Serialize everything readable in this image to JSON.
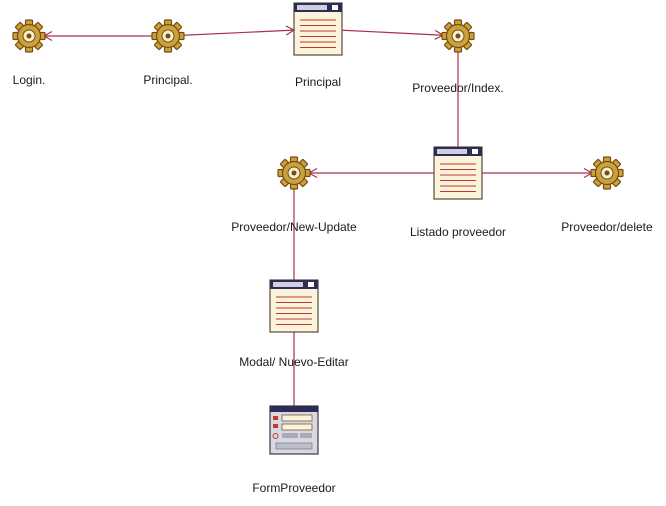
{
  "colors": {
    "connector": "#a8324a",
    "gear_fill": "#c9a23a",
    "gear_stroke": "#7a4a12",
    "gear_hub": "#f4efd0",
    "page_fill": "#fbf3dc",
    "page_lines": "#c0392b",
    "page_header": "#2c2c55"
  },
  "nodes": {
    "login": {
      "label": "Login.",
      "icon": "gear-icon"
    },
    "principal_server": {
      "label": "Principal.",
      "icon": "gear-icon"
    },
    "principal_page": {
      "label": "Principal",
      "icon": "client-page-icon"
    },
    "proveedor_index": {
      "label": "Proveedor/Index.",
      "icon": "gear-icon"
    },
    "listado_proveedor": {
      "label": "Listado proveedor",
      "icon": "client-page-icon"
    },
    "proveedor_new_update": {
      "label": "Proveedor/New-Update",
      "icon": "gear-icon"
    },
    "proveedor_delete": {
      "label": "Proveedor/delete",
      "icon": "gear-icon"
    },
    "modal_nuevo_editar": {
      "label": "Modal/ Nuevo-Editar",
      "icon": "client-page-icon"
    },
    "form_proveedor": {
      "label": "FormProveedor",
      "icon": "form-icon"
    }
  },
  "edges": [
    {
      "from": "principal_server",
      "to": "login"
    },
    {
      "from": "principal_server",
      "to": "principal_page"
    },
    {
      "from": "principal_page",
      "to": "proveedor_index"
    },
    {
      "from": "proveedor_index",
      "to": "listado_proveedor"
    },
    {
      "from": "listado_proveedor",
      "to": "proveedor_new_update"
    },
    {
      "from": "listado_proveedor",
      "to": "proveedor_delete"
    },
    {
      "from": "proveedor_new_update",
      "to": "modal_nuevo_editar"
    },
    {
      "from": "modal_nuevo_editar",
      "to": "form_proveedor"
    }
  ]
}
